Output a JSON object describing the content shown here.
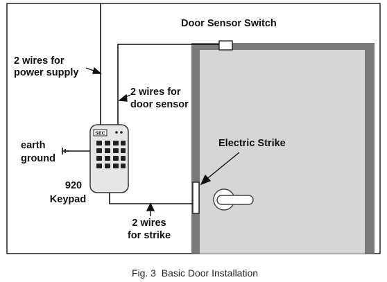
{
  "figure": {
    "caption": "Fig. 3  Basic Door Installation",
    "labels": {
      "door_sensor_switch": "Door Sensor Switch",
      "power_supply_line1": "2 wires for",
      "power_supply_line2": "power supply",
      "door_sensor_line1": "2 wires for",
      "door_sensor_line2": "door sensor",
      "earth_line1": "earth",
      "earth_line2": "ground",
      "keypad_line1": "920",
      "keypad_line2": "Keypad",
      "electric_strike": "Electric Strike",
      "strike_line1": "2 wires",
      "strike_line2": "for strike",
      "keypad_logo": "SEC"
    },
    "colors": {
      "door_frame": "#7a7a7a",
      "door_panel": "#d6d6d6",
      "wire": "#111111",
      "keypad_body": "#e6e6e6",
      "keypad_key": "#222222"
    }
  }
}
